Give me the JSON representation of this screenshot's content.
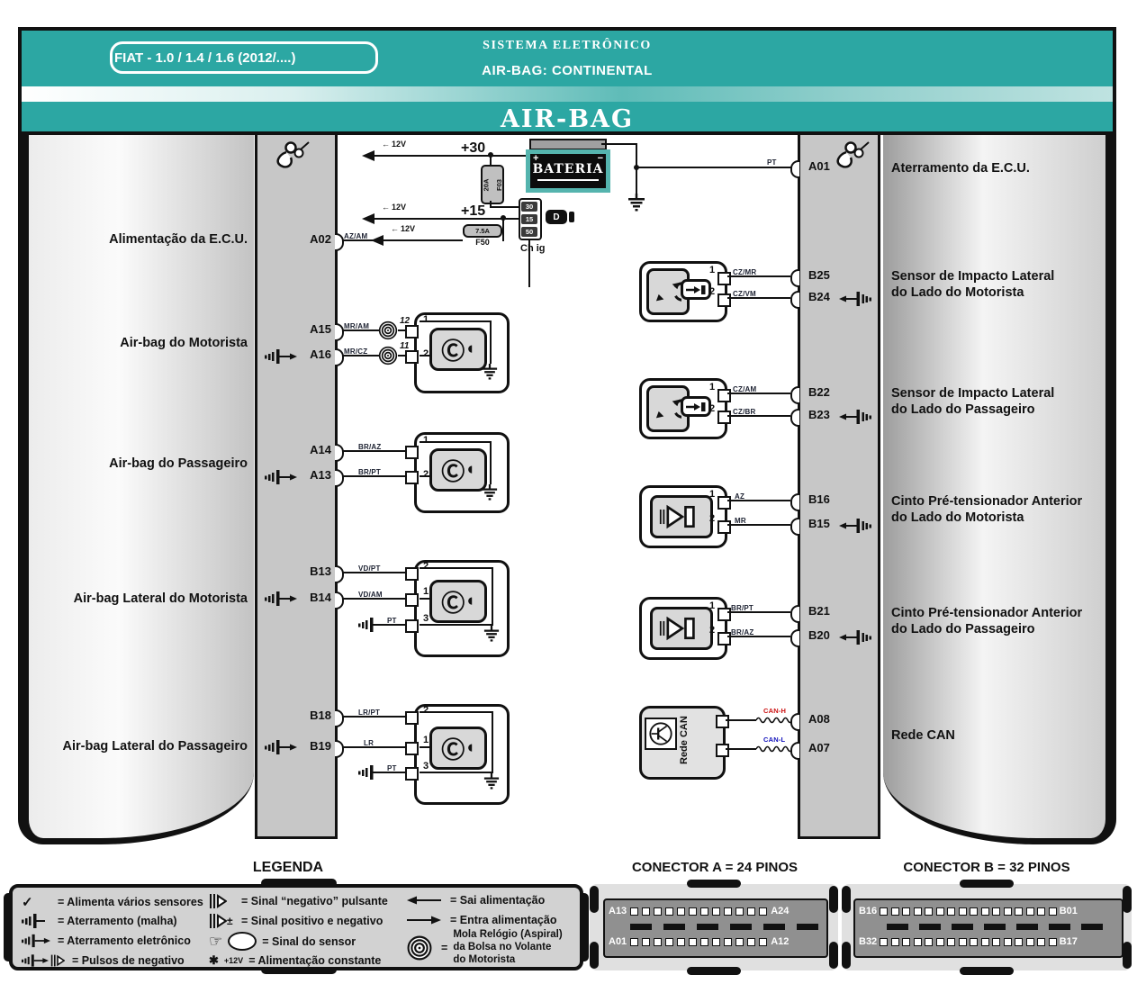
{
  "header": {
    "model_box": "FIAT - 1.0 / 1.4 / 1.6 (2012/....)",
    "system_title": "SISTEMA ELETRÔNICO",
    "subsystem_title": "AIR-BAG: CONTINENTAL",
    "banner_title": "AIR-BAG",
    "teal": "#2CA7A3"
  },
  "power": {
    "supply_label": "12V",
    "plus30": "+30",
    "plus15": "+15",
    "fuse_f03": {
      "rating": "20A",
      "name": "F03"
    },
    "fuse_f50": {
      "rating": "7.5A",
      "name": "F50"
    },
    "battery": {
      "label": "BATERIA",
      "plus": "+",
      "minus": "−"
    },
    "ignition": {
      "terminals": [
        "30",
        "15",
        "50"
      ],
      "key_letter": "D",
      "label": "Ch ig"
    },
    "ground_wire": "PT"
  },
  "left_circuits": [
    {
      "label": "Alimentação da E.C.U.",
      "pin": "A02",
      "wire": "AZ/AM"
    },
    {
      "label": "Air-bag do Motorista",
      "rows": [
        {
          "pin": "A15",
          "wire": "MR/AM",
          "spiral_num": "12",
          "dev_pin": "1"
        },
        {
          "pin": "A16",
          "wire": "MR/CZ",
          "spiral_num": "11",
          "dev_pin": "2"
        }
      ]
    },
    {
      "label": "Air-bag do Passageiro",
      "rows": [
        {
          "pin": "A14",
          "wire": "BR/AZ",
          "dev_pin": "1"
        },
        {
          "pin": "A13",
          "wire": "BR/PT",
          "dev_pin": "2"
        }
      ]
    },
    {
      "label": "Air-bag Lateral do Motorista",
      "rows": [
        {
          "pin": "B13",
          "wire": "VD/PT",
          "dev_pin": "2"
        },
        {
          "pin": "B14",
          "wire": "VD/AM",
          "dev_pin": "1"
        },
        {
          "pin": "",
          "wire": "PT",
          "dev_pin": "3"
        }
      ]
    },
    {
      "label": "Air-bag Lateral do Passageiro",
      "rows": [
        {
          "pin": "B18",
          "wire": "LR/PT",
          "dev_pin": "2"
        },
        {
          "pin": "B19",
          "wire": "LR",
          "dev_pin": "1"
        },
        {
          "pin": "",
          "wire": "PT",
          "dev_pin": "3"
        }
      ]
    }
  ],
  "right_circuits": [
    {
      "label": "Aterramento da E.C.U.",
      "pin": "A01",
      "wire": "PT"
    },
    {
      "label_line1": "Sensor de Impacto Lateral",
      "label_line2": "do Lado do Motorista",
      "rows": [
        {
          "dev_pin": "1",
          "wire": "CZ/MR",
          "pin": "B25"
        },
        {
          "dev_pin": "2",
          "wire": "CZ/VM",
          "pin": "B24"
        }
      ]
    },
    {
      "label_line1": "Sensor de Impacto Lateral",
      "label_line2": "do Lado do Passageiro",
      "rows": [
        {
          "dev_pin": "1",
          "wire": "CZ/AM",
          "pin": "B22"
        },
        {
          "dev_pin": "2",
          "wire": "CZ/BR",
          "pin": "B23"
        }
      ]
    },
    {
      "label_line1": "Cinto Pré-tensionador Anterior",
      "label_line2": "do Lado do Motorista",
      "rows": [
        {
          "dev_pin": "1",
          "wire": "AZ",
          "pin": "B16"
        },
        {
          "dev_pin": "2",
          "wire": "MR",
          "pin": "B15"
        }
      ]
    },
    {
      "label_line1": "Cinto Pré-tensionador Anterior",
      "label_line2": "do Lado do Passageiro",
      "rows": [
        {
          "dev_pin": "1",
          "wire": "BR/PT",
          "pin": "B21"
        },
        {
          "dev_pin": "2",
          "wire": "BR/AZ",
          "pin": "B20"
        }
      ]
    },
    {
      "label": "Rede CAN",
      "device_label": "Rede CAN",
      "rows": [
        {
          "wire": "CAN-H",
          "pin": "A08"
        },
        {
          "wire": "CAN-L",
          "pin": "A07"
        }
      ],
      "can_h_color": "#cc1111",
      "can_l_color": "#1111bb"
    }
  ],
  "legend": {
    "title": "LEGENDA",
    "col1": [
      {
        "text": "= Alimenta vários sensores"
      },
      {
        "text": "= Aterramento (malha)"
      },
      {
        "text": "= Aterramento eletrônico"
      },
      {
        "text": "= Pulsos de negativo"
      }
    ],
    "col2": [
      {
        "text": "= Sinal “negativo” pulsante"
      },
      {
        "sym_suffix": "±",
        "text": "= Sinal positivo e negativo"
      },
      {
        "text": "= Sinal do sensor"
      },
      {
        "prefix": "+12V",
        "text": "= Alimentação constante"
      }
    ],
    "col3": [
      {
        "text": "= Sai alimentação"
      },
      {
        "text": "= Entra alimentação"
      },
      {
        "eq": "=",
        "lines": [
          "Mola Relógio (Aspiral)",
          "da Bolsa no Volante",
          "do Motorista"
        ]
      }
    ]
  },
  "connectors": {
    "a": {
      "title": "CONECTOR A = 24 PINOS",
      "top_left": "A13",
      "top_right": "A24",
      "bottom_left": "A01",
      "bottom_right": "A12",
      "pins_per_row": 12
    },
    "b": {
      "title": "CONECTOR B = 32 PINOS",
      "top_left": "B16",
      "top_right": "B01",
      "bottom_left": "B32",
      "bottom_right": "B17",
      "pins_per_row": 16
    }
  }
}
